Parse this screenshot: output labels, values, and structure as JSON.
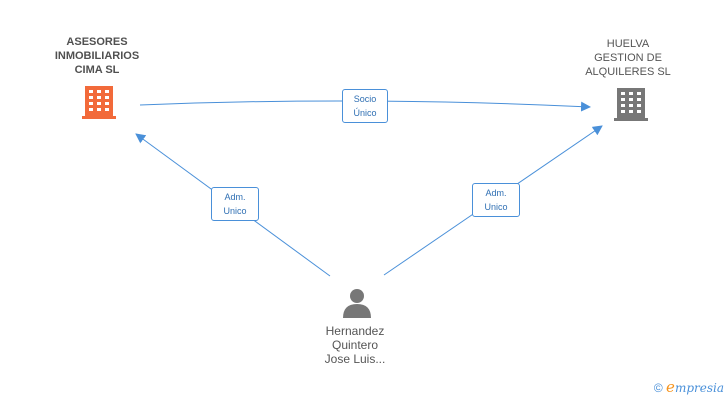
{
  "nodes": {
    "asesores": {
      "lines": [
        "ASESORES",
        "INMOBILIARIOS",
        "CIMA SL"
      ],
      "icon": "building-icon",
      "color": "#f26a3a"
    },
    "huelva": {
      "lines": [
        "HUELVA",
        "GESTION DE",
        "ALQUILERES SL"
      ],
      "icon": "building-icon",
      "color": "#777777"
    },
    "person": {
      "lines": [
        "Hernandez",
        "Quintero",
        "Jose Luis..."
      ],
      "icon": "person-icon",
      "color": "#777777"
    }
  },
  "edges": {
    "socio": {
      "lines": [
        "Socio",
        "Único"
      ]
    },
    "adm_left": {
      "lines": [
        "Adm.",
        "Unico"
      ]
    },
    "adm_right": {
      "lines": [
        "Adm.",
        "Unico"
      ]
    }
  },
  "colors": {
    "edge": "#4a90d9"
  },
  "watermark": {
    "symbol": "©",
    "brand_initial": "e",
    "brand_rest": "mpresia"
  }
}
